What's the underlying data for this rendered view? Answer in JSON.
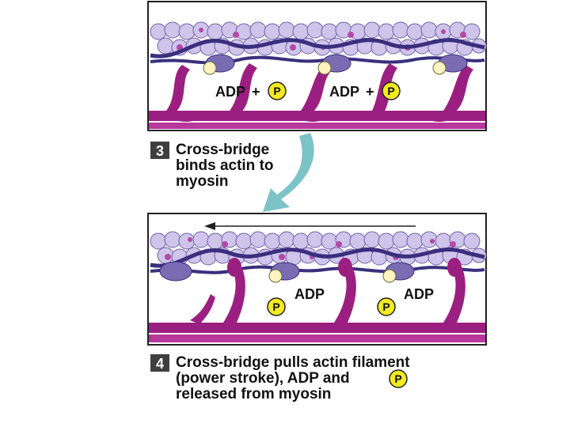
{
  "step3": {
    "number": "3",
    "caption": [
      "Cross-bridge",
      "binds actin to",
      "myosin"
    ],
    "labels": [
      "ADP",
      "ADP"
    ],
    "phosphate": "P"
  },
  "step4": {
    "number": "4",
    "caption": [
      "Cross-bridge pulls actin filament",
      "(power stroke), ADP and",
      "released from myosin"
    ],
    "labels": [
      "ADP",
      "ADP"
    ],
    "phosphate": "P"
  },
  "colors": {
    "actin": "#cfc4ea",
    "actin_dot": "#b04aa8",
    "tropomyosin": "#3a2f7e",
    "myosin": "#9b1f80",
    "myosin_head": "#7a6cb3",
    "phosphate": "#f3ea22",
    "adp_bead": "#fff3bf",
    "transition_arrow": "#7cc3c8"
  }
}
